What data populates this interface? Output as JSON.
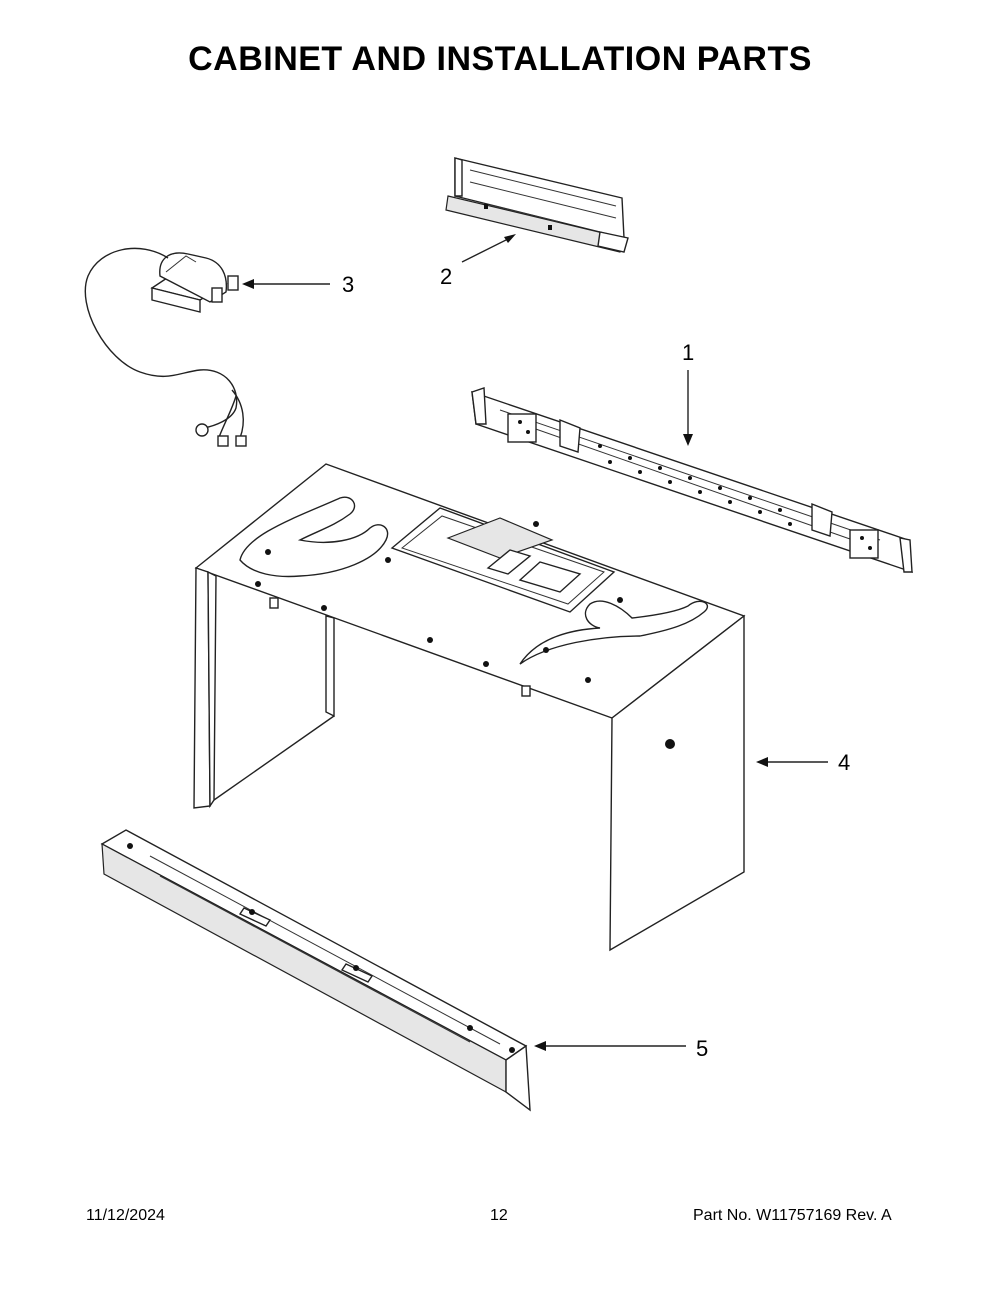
{
  "page": {
    "title": "CABINET AND INSTALLATION PARTS"
  },
  "callouts": [
    {
      "id": "1",
      "label": "1"
    },
    {
      "id": "2",
      "label": "2"
    },
    {
      "id": "3",
      "label": "3"
    },
    {
      "id": "4",
      "label": "4"
    },
    {
      "id": "5",
      "label": "5"
    }
  ],
  "footer": {
    "date": "11/12/2024",
    "page_number": "12",
    "part_number": "Part No.  W11757169  Rev.  A"
  }
}
